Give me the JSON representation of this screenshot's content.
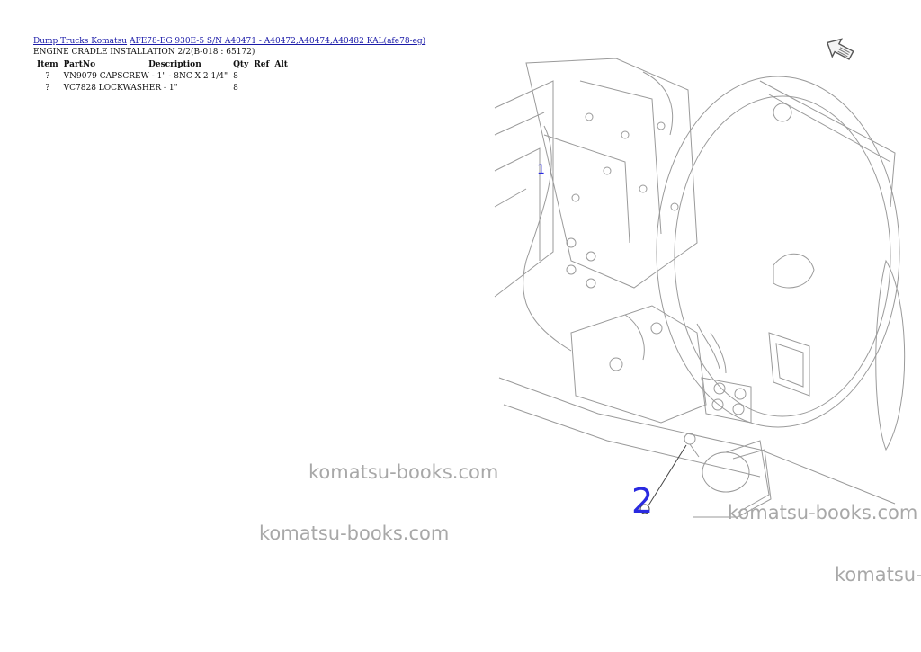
{
  "breadcrumb": {
    "link_1": "Dump Trucks Komatsu",
    "link_2": "AFE78-EG 930E-5 S/N A40471 - A40472,A40474,A40482 KAL(afe78-eg)"
  },
  "subtitle": "ENGINE CRADLE INSTALLATION 2/2(B-018 : 65172)",
  "table": {
    "headers": {
      "item": "Item",
      "partno": "PartNo",
      "description": "Description",
      "qty": "Qty",
      "ref": "Ref",
      "alt": "Alt"
    },
    "rows": [
      {
        "item": "?",
        "partno": "VN9079",
        "description": "CAPSCREW - 1\" - 8NC X 2 1/4\"",
        "qty": "8",
        "ref": "",
        "alt": ""
      },
      {
        "item": "?",
        "partno": "VC7828",
        "description": "LOCKWASHER - 1\"",
        "qty": "8",
        "ref": "",
        "alt": ""
      }
    ]
  },
  "diagram": {
    "callout_1": "1",
    "callout_2": "2",
    "nav_icon": "arrow-left-icon",
    "callout_color": "#2a2ae0"
  },
  "watermarks": [
    "komatsu-books.com",
    "komatsu-books.com",
    "komatsu-books.com",
    "komatsu-books.com"
  ]
}
